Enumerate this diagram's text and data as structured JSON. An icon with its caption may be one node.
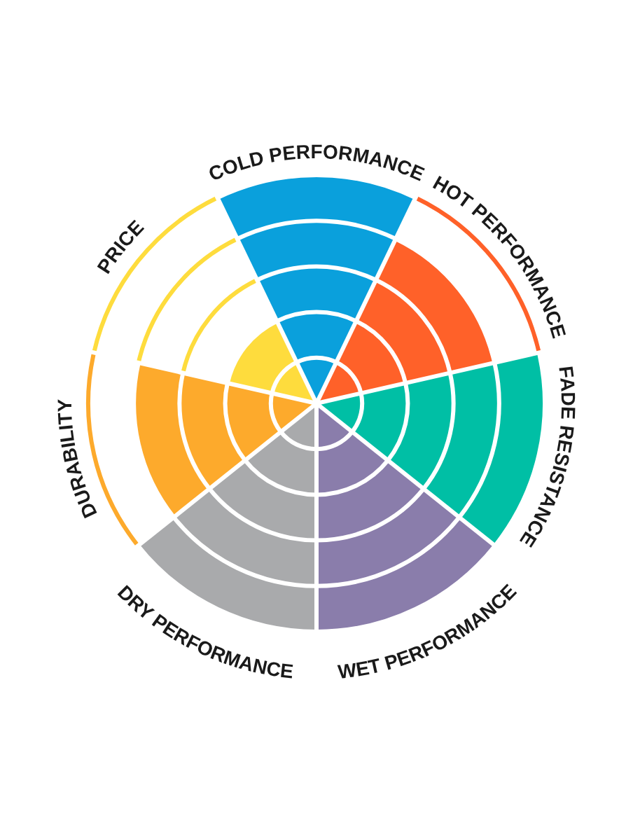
{
  "diagram": {
    "labels": [
      "COLD PERFORMANCE",
      "HOT PERFORMANCE",
      "FADE RESISTANCE",
      "WET PERFORMANCE",
      "DRY PERFORMANCE",
      "DURABILITY",
      "PRICE"
    ]
  }
}
